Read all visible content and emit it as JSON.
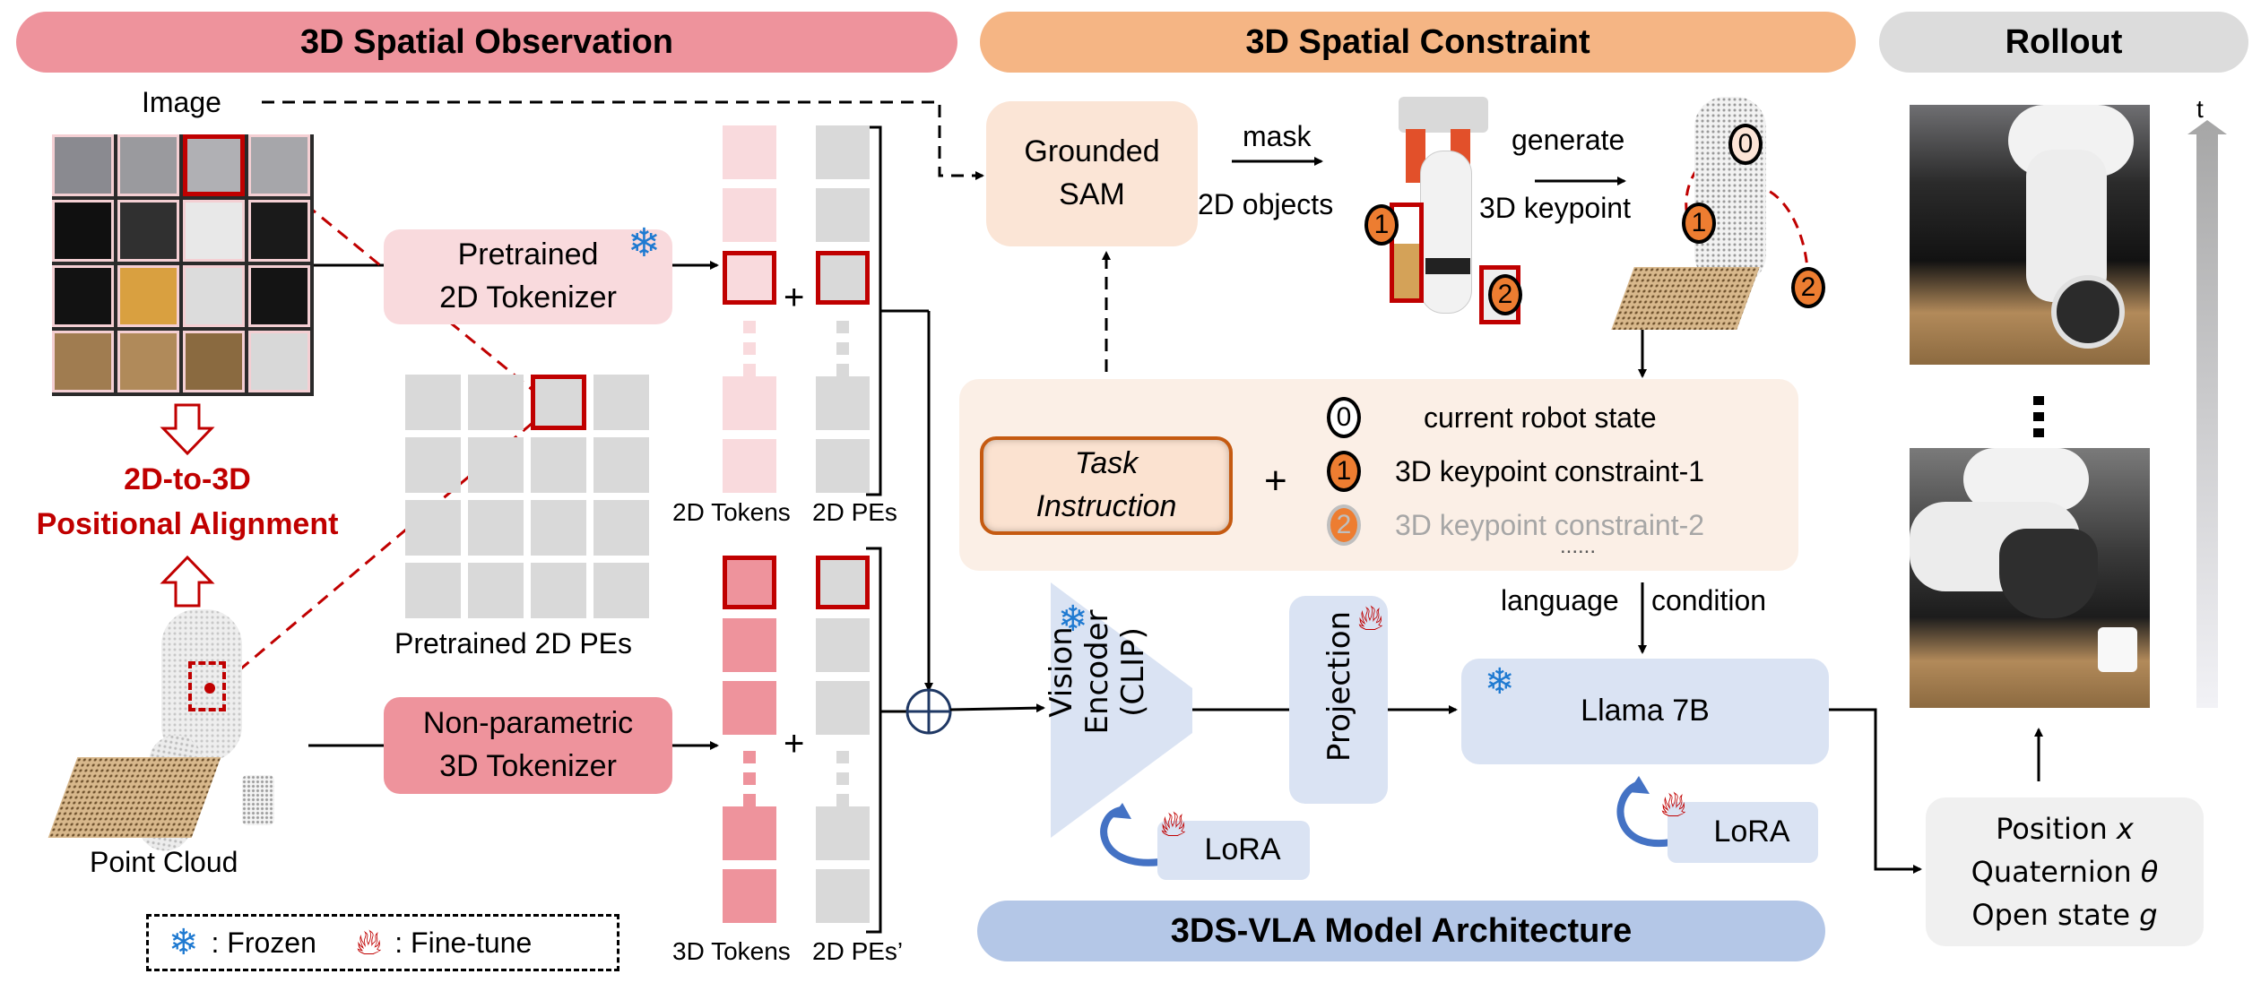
{
  "headers": {
    "observation": "3D Spatial Observation",
    "constraint": "3D Spatial Constraint",
    "rollout": "Rollout"
  },
  "observation": {
    "image_label": "Image",
    "tokenizer_2d": [
      "Pretrained",
      "2D Tokenizer"
    ],
    "alignment_label": [
      "2D-to-3D",
      "Positional Alignment"
    ],
    "pretrained_pes_label": "Pretrained 2D PEs",
    "point_cloud_label": "Point Cloud",
    "tokenizer_3d": [
      "Non-parametric",
      "3D Tokenizer"
    ],
    "tokens_2d_label": "2D Tokens",
    "pes_2d_label": "2D PEs",
    "tokens_3d_label": "3D Tokens",
    "pes_2d_prime_label": "2D PEs’",
    "plus": "+",
    "legend": {
      "frozen": ": Frozen",
      "finetune": ": Fine-tune"
    }
  },
  "constraint": {
    "grounded_sam": [
      "Grounded",
      "SAM"
    ],
    "mask_label": "mask",
    "objects_label": "2D objects",
    "generate_label": "generate",
    "keypoint_label": "3D keypoint",
    "task_instruction": [
      "Task",
      "Instruction"
    ],
    "plus": "+",
    "items": [
      {
        "badge": "0",
        "text": "current robot state"
      },
      {
        "badge": "1",
        "text": "3D keypoint constraint-1"
      },
      {
        "badge": "2",
        "text": "3D keypoint constraint-2"
      }
    ],
    "ellipsis": "......",
    "language_label": "language",
    "condition_label": "condition"
  },
  "model": {
    "vision_encoder": [
      "Vision",
      "Encoder",
      "(CLIP)"
    ],
    "projection": "Projection",
    "llm": "Llama 7B",
    "lora": "LoRA",
    "title": "3DS-VLA Model Architecture"
  },
  "rollout": {
    "time_label": "t",
    "outputs": [
      "Position x",
      "Quaternion θ",
      "Open state g"
    ]
  },
  "colors": {
    "observation_header": "#ee939c",
    "constraint_header": "#f5b584",
    "rollout_header": "#dcdcdc",
    "accent_red": "#c00000",
    "keypoint_orange": "#ed7d31",
    "model_blue": "#dae3f3",
    "model_title": "#b4c7e7",
    "frozen_blue": "#1f7ad1"
  }
}
